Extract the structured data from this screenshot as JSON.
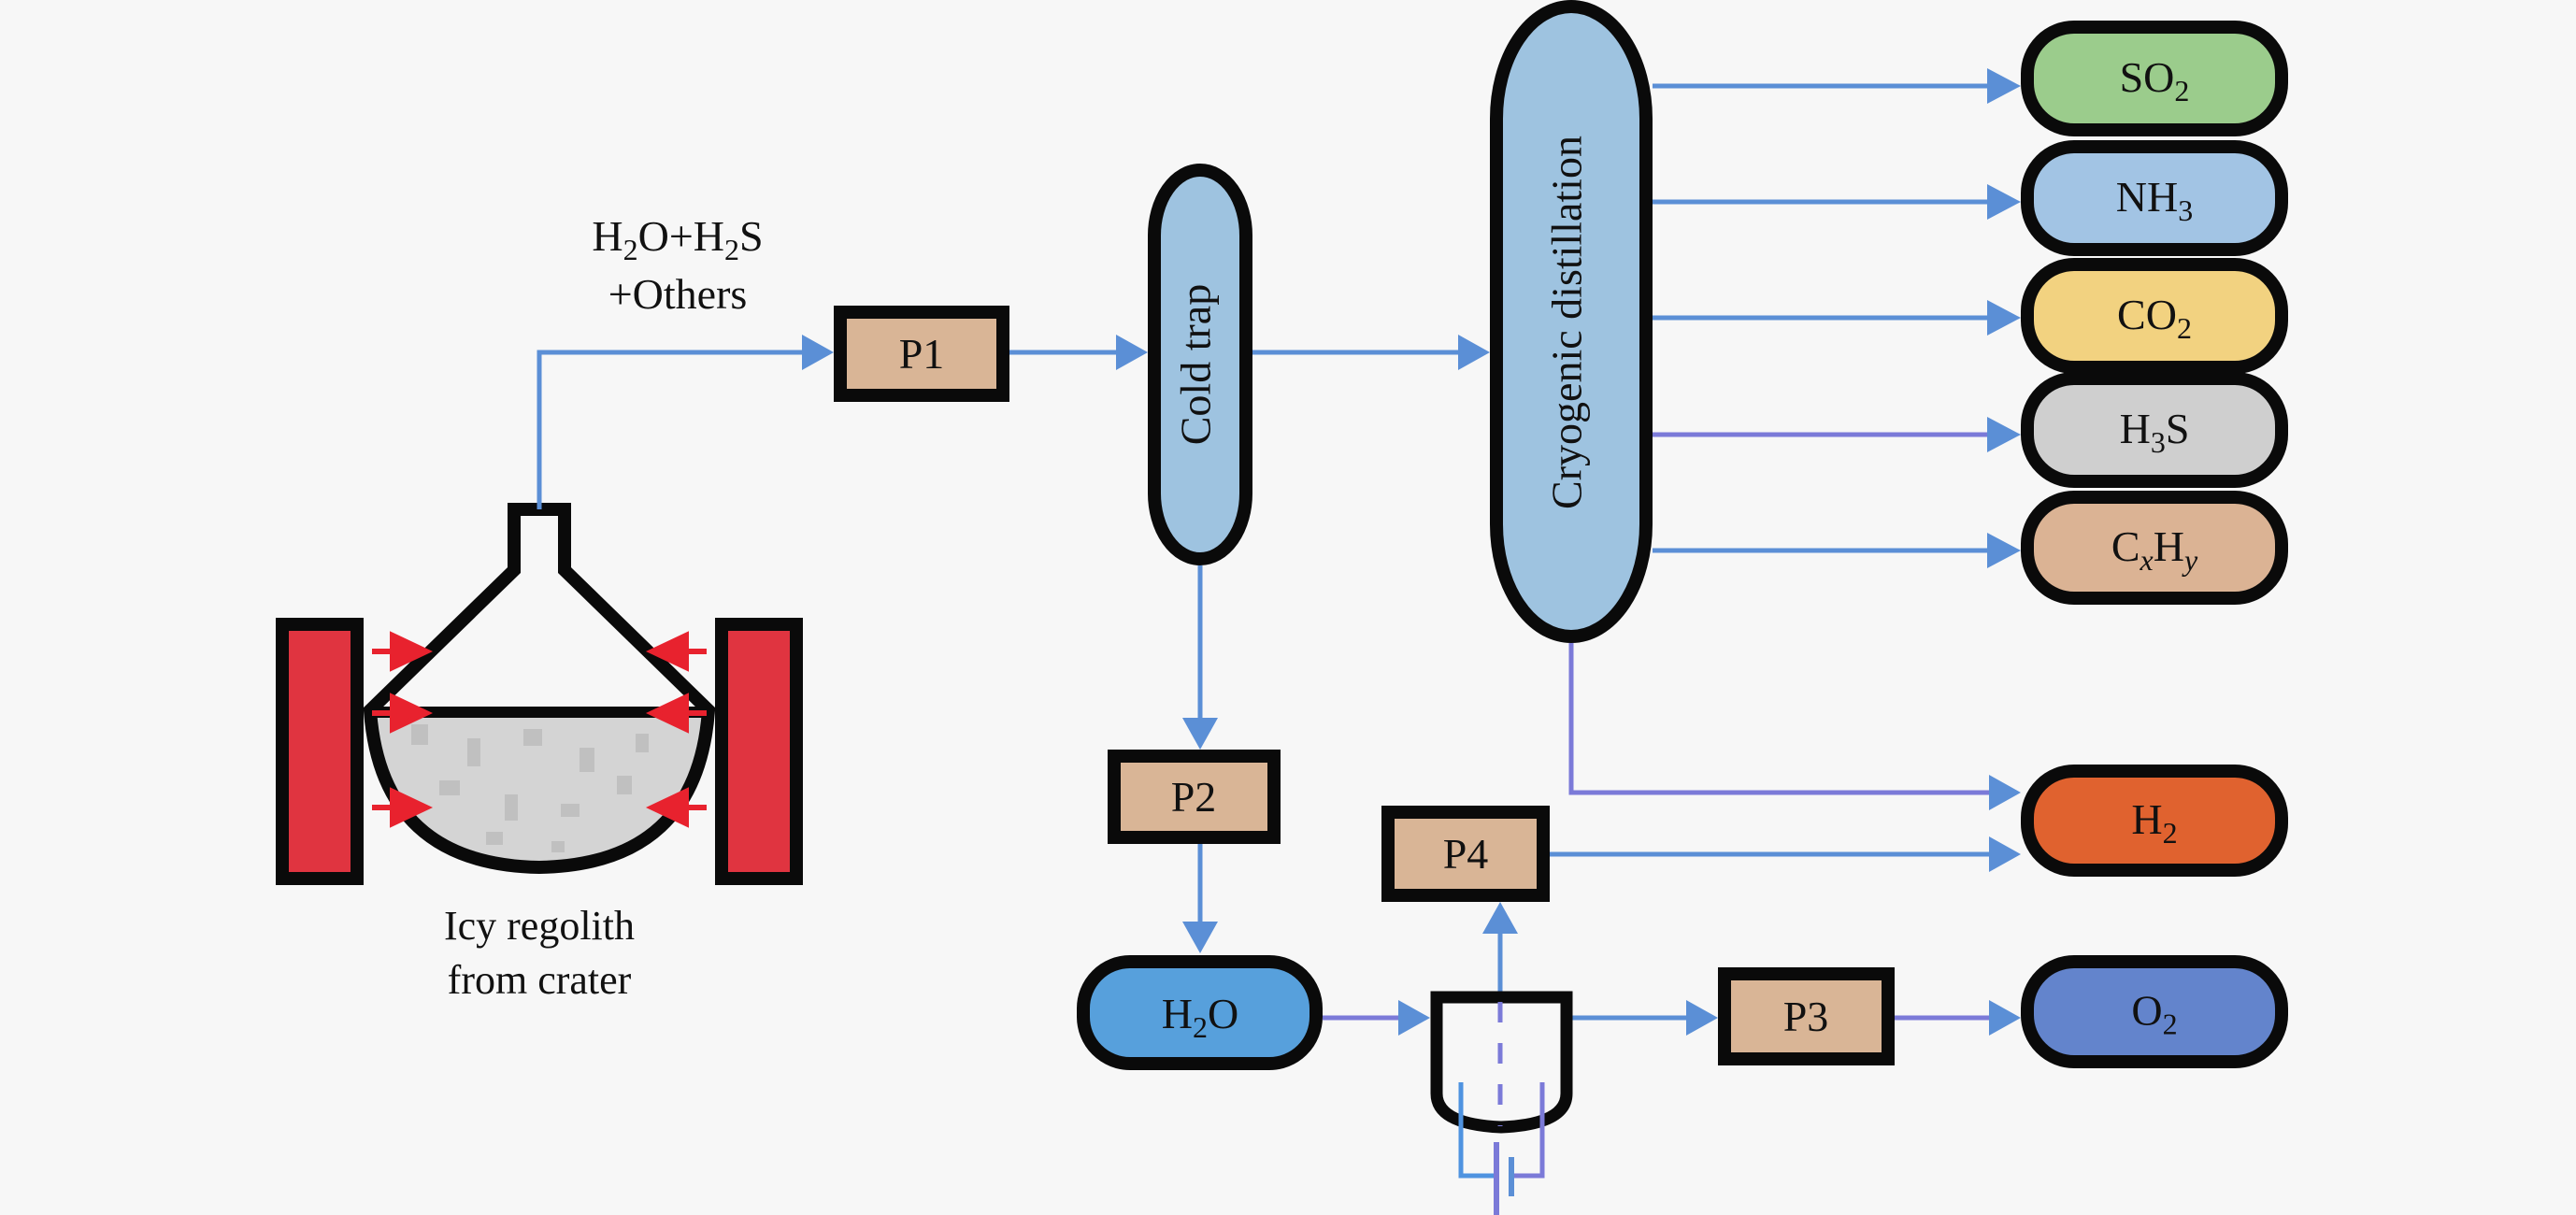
{
  "diagram": {
    "title": "Icy regolith volatile extraction and separation flow",
    "source": {
      "caption_line1": "Icy regolith",
      "caption_line2": "from crater",
      "heater_color": "#e03440",
      "regolith_color": "#d4d4d4"
    },
    "vapor_label": {
      "line1": [
        {
          "t": "H"
        },
        {
          "t": "2",
          "sub": true
        },
        {
          "t": "O+H"
        },
        {
          "t": "2",
          "sub": true
        },
        {
          "t": "S"
        }
      ],
      "line2": "+Others"
    },
    "pumps": {
      "p1": "P1",
      "p2": "P2",
      "p3": "P3",
      "p4": "P4",
      "fill": "#d9b596"
    },
    "cold_trap": {
      "label": "Cold trap",
      "fill": "#9ec3e0"
    },
    "distillation": {
      "label": "Cryogenic distillation",
      "fill": "#9ec3e0"
    },
    "water": {
      "label": [
        {
          "t": "H"
        },
        {
          "t": "2",
          "sub": true
        },
        {
          "t": "O"
        }
      ],
      "fill": "#57a0dc"
    },
    "products": [
      {
        "id": "so2",
        "label": [
          {
            "t": "SO"
          },
          {
            "t": "2",
            "sub": true
          }
        ],
        "fill": "#9bcc8c"
      },
      {
        "id": "nh3",
        "label": [
          {
            "t": "NH"
          },
          {
            "t": "3",
            "sub": true
          }
        ],
        "fill": "#a2c4e4"
      },
      {
        "id": "co2",
        "label": [
          {
            "t": "CO"
          },
          {
            "t": "2",
            "sub": true
          }
        ],
        "fill": "#f2d280"
      },
      {
        "id": "h3s",
        "label": [
          {
            "t": "H"
          },
          {
            "t": "3",
            "sub": true
          },
          {
            "t": "S"
          }
        ],
        "fill": "#cfcfcf"
      },
      {
        "id": "cxhy",
        "label": [
          {
            "t": "C"
          },
          {
            "t": "x",
            "sub": true,
            "italic": true
          },
          {
            "t": "H"
          },
          {
            "t": "y",
            "sub": true,
            "italic": true
          }
        ],
        "fill": "#dbb394"
      },
      {
        "id": "h2",
        "label": [
          {
            "t": "H"
          },
          {
            "t": "2",
            "sub": true
          }
        ],
        "fill": "#e0622f"
      },
      {
        "id": "o2",
        "label": [
          {
            "t": "O"
          },
          {
            "t": "2",
            "sub": true
          }
        ],
        "fill": "#6384cc"
      }
    ],
    "flow_color": "#5b8fd6"
  }
}
